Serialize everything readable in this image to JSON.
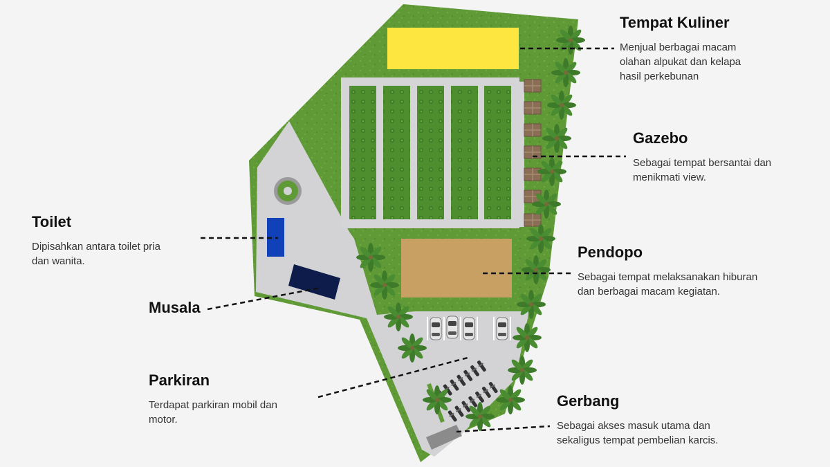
{
  "colors": {
    "background": "#f4f4f4",
    "grass": "#5f9a36",
    "paving": "#d3d3d6",
    "kuliner": "#fde63f",
    "pendopo": "#c9a063",
    "toilet": "#1041b8",
    "musala": "#0d1c4a",
    "gazebo": "#8a6e55",
    "leader": "#111111"
  },
  "labels": {
    "kuliner": {
      "title": "Tempat Kuliner",
      "desc": [
        "Menjual berbagai macam",
        "olahan alpukat dan kelapa",
        "hasil perkebunan"
      ]
    },
    "gazebo": {
      "title": "Gazebo",
      "desc": [
        "Sebagai tempat bersantai dan",
        "menikmati view."
      ]
    },
    "toilet": {
      "title": "Toilet",
      "desc": [
        "Dipisahkan antara toilet pria",
        "dan wanita."
      ]
    },
    "pendopo": {
      "title": "Pendopo",
      "desc": [
        "Sebagai tempat melaksanakan hiburan",
        "dan berbagai macam kegiatan."
      ]
    },
    "musala": {
      "title": "Musala"
    },
    "parkiran": {
      "title": "Parkiran",
      "desc": [
        "Terdapat parkiran mobil dan",
        "motor."
      ]
    },
    "gerbang": {
      "title": "Gerbang",
      "desc": [
        "Sebagai akses masuk utama dan",
        "sekaligus tempat pembelian karcis."
      ]
    }
  }
}
